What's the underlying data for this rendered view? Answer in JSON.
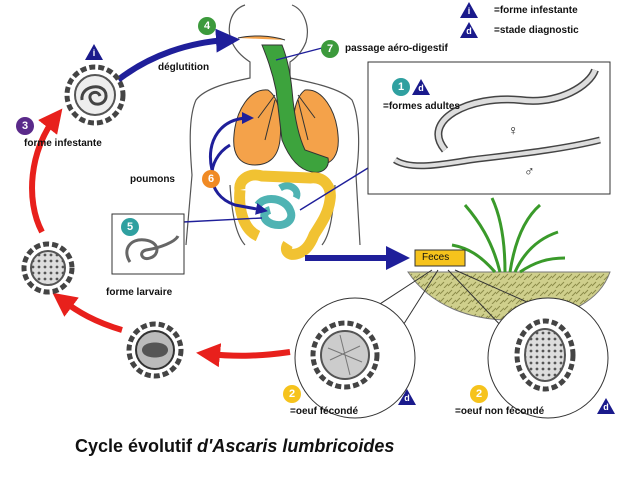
{
  "legend": {
    "infestante_letter": "i",
    "infestante_label": "=forme infestante",
    "diagnostic_letter": "d",
    "diagnostic_label": "=stade diagnostic"
  },
  "steps": [
    {
      "num": "1",
      "label": "=formes adultes",
      "letter": "d"
    },
    {
      "num": "2",
      "label": "=oeuf  fécondé",
      "letter": "d"
    },
    {
      "num": "2",
      "label": "=oeuf non fécondé",
      "letter": "d"
    },
    {
      "num": "3",
      "label": "forme infestante",
      "letter": "i"
    },
    {
      "num": "4",
      "label": "déglutition"
    },
    {
      "num": "5",
      "label": "forme larvaire"
    },
    {
      "num": "6",
      "label": "poumons"
    },
    {
      "num": "7",
      "label": "passage aéro-digestif"
    }
  ],
  "feces_label": "Feces",
  "male_symbol": "♂",
  "female_symbol": "♀",
  "caption_plain": "Cycle évolutif ",
  "caption_italic": "d'Ascaris lumbricoides",
  "colors": {
    "badge_teal": "#2fa0a0",
    "badge_green": "#3c9a3c",
    "badge_orange": "#f08a24",
    "badge_purple": "#5a2a8a",
    "triangle_navy": "#1a1a8c",
    "arrow_red": "#e8201c",
    "arrow_navy": "#1f1f9a",
    "lungs": "#f4a24a",
    "intestine": "#f1c232",
    "stomach": "#3da33d",
    "soil": "#c9c98a",
    "grass": "#3a9a2a"
  }
}
